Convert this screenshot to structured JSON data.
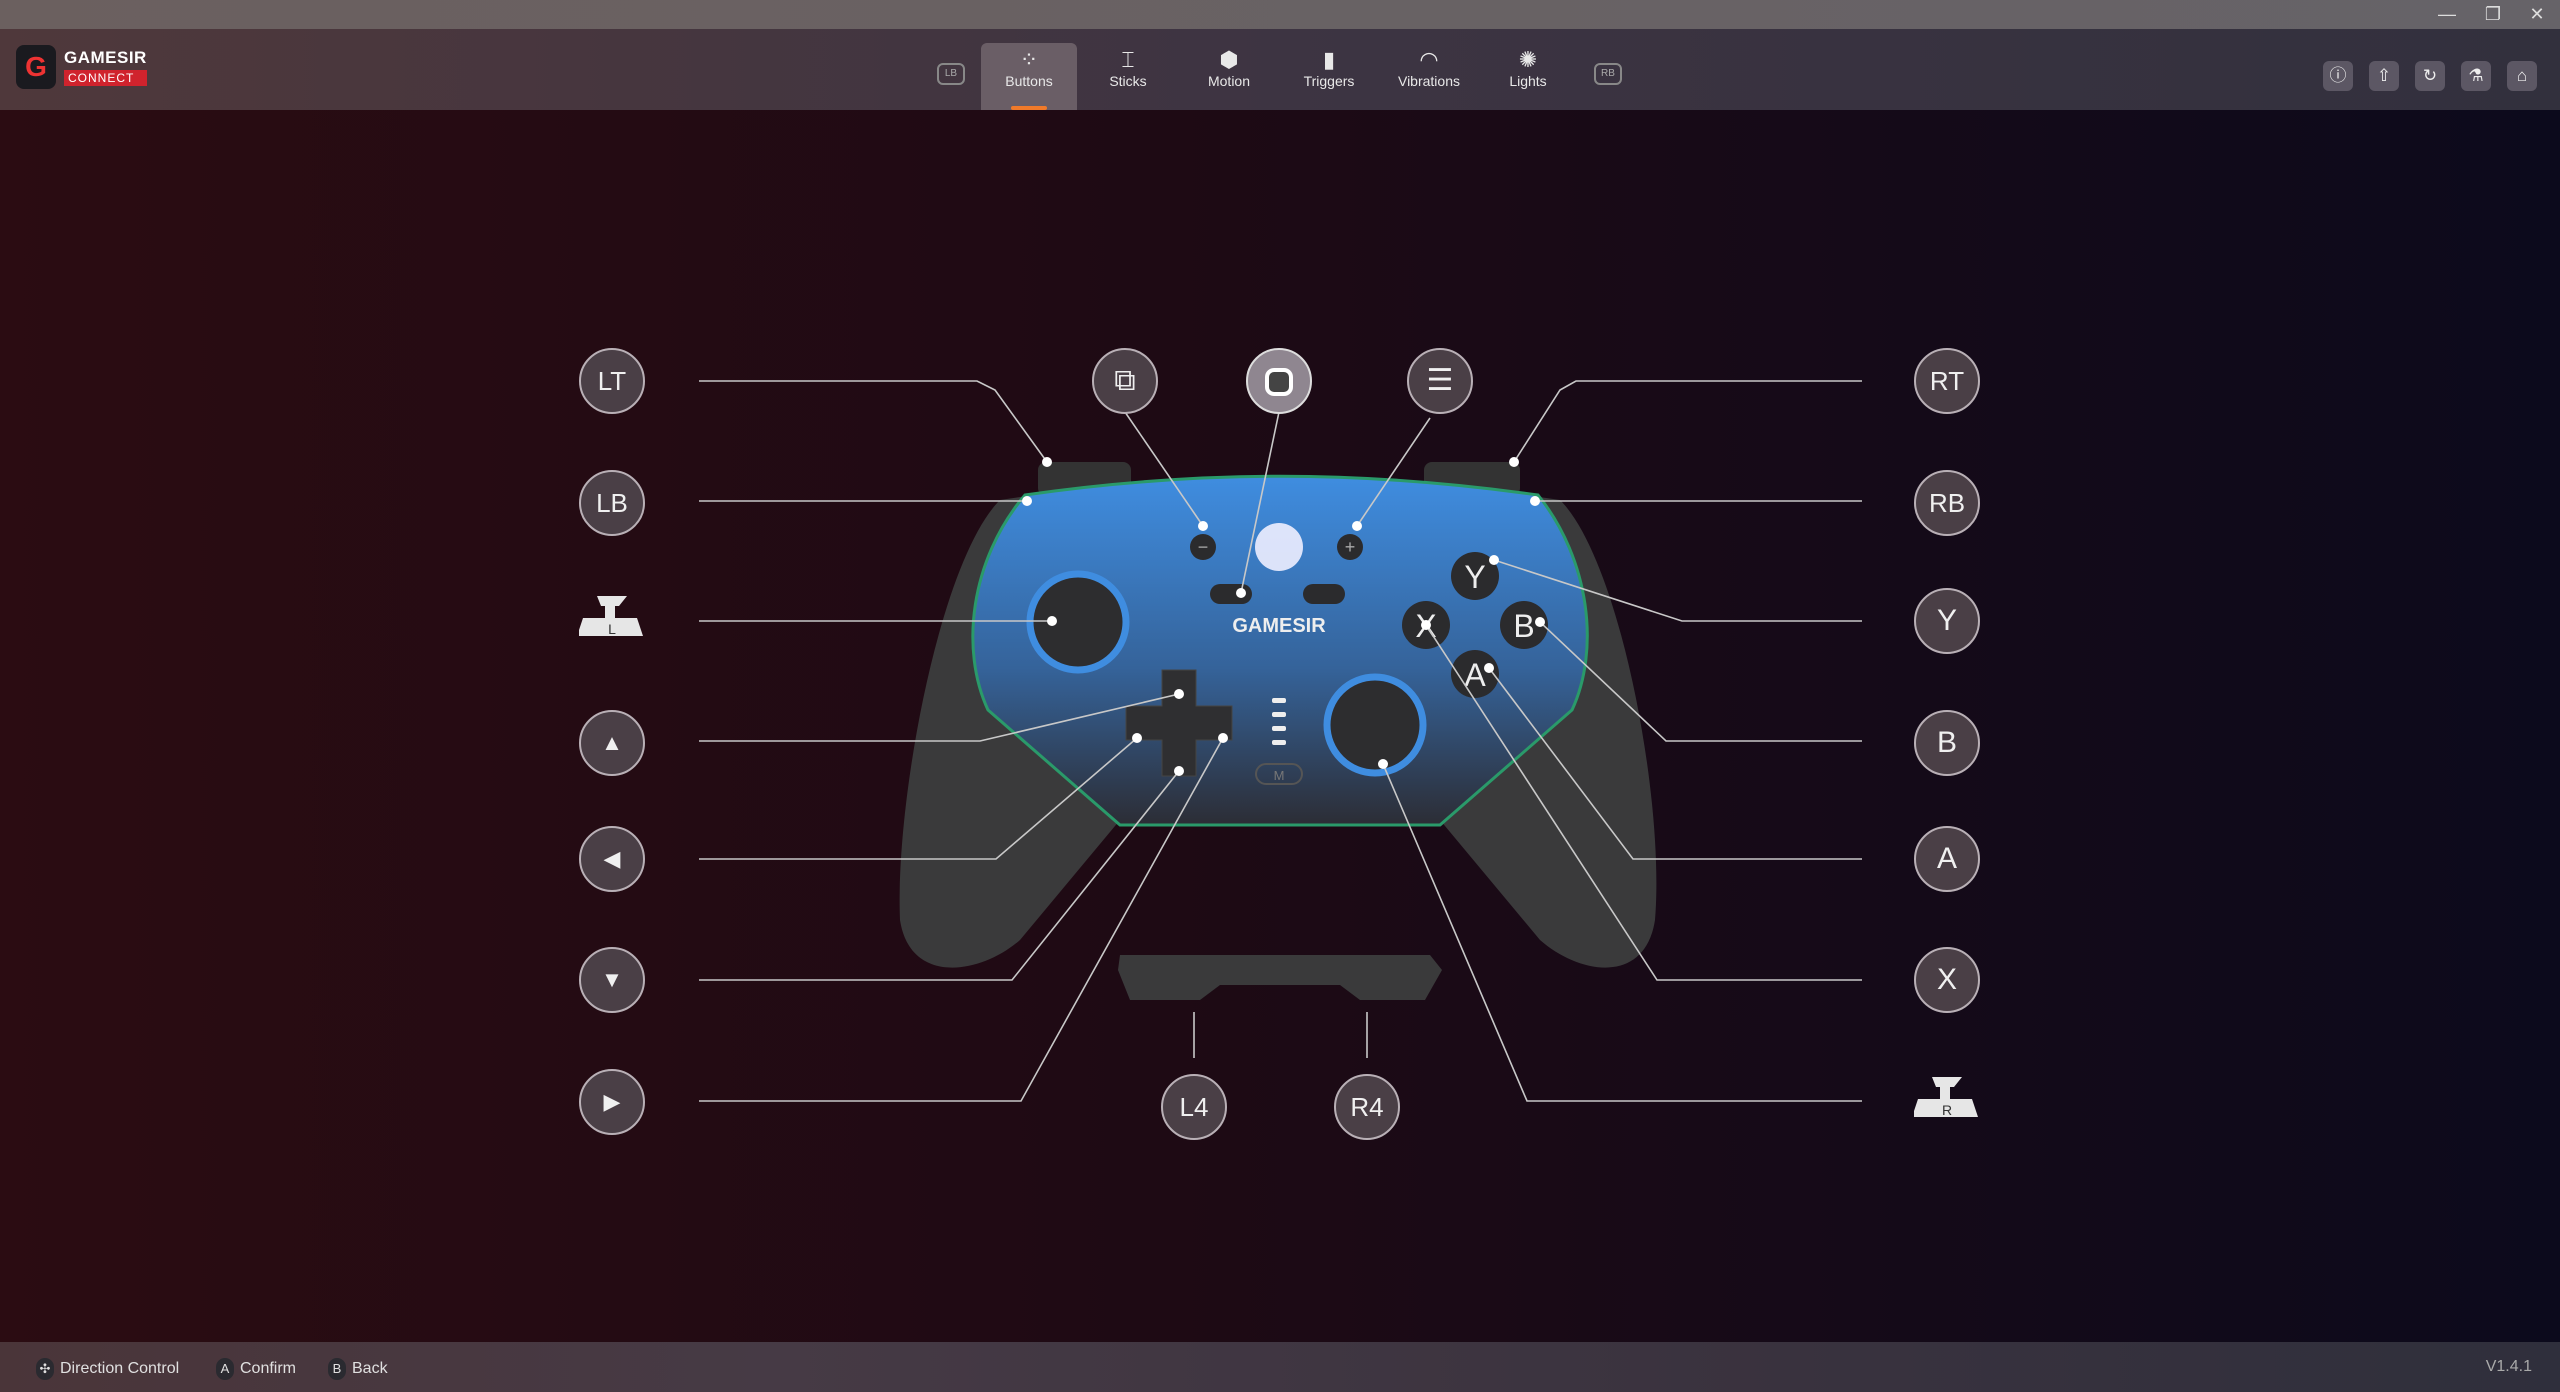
{
  "window": {
    "minimize": "—",
    "restore": "❐",
    "close": "✕"
  },
  "logo": {
    "brand": "GAMESIR",
    "sub": "CONNECT"
  },
  "tabs": [
    {
      "label": "Buttons",
      "icon": "buttons-icon",
      "glyph": "⁘"
    },
    {
      "label": "Sticks",
      "icon": "sticks-icon",
      "glyph": "⌶"
    },
    {
      "label": "Motion",
      "icon": "motion-icon",
      "glyph": "⬢"
    },
    {
      "label": "Triggers",
      "icon": "triggers-icon",
      "glyph": "▮"
    },
    {
      "label": "Vibrations",
      "icon": "vibrations-icon",
      "glyph": "◠"
    },
    {
      "label": "Lights",
      "icon": "lights-icon",
      "glyph": "✺"
    }
  ],
  "tab_nav": {
    "prev": "LB",
    "next": "RB"
  },
  "toolbar": [
    {
      "name": "info-icon",
      "glyph": "ⓘ"
    },
    {
      "name": "upload-icon",
      "glyph": "⇧"
    },
    {
      "name": "reset-icon",
      "glyph": "↻"
    },
    {
      "name": "lab-icon",
      "glyph": "⚗"
    },
    {
      "name": "home-icon",
      "glyph": "⌂"
    }
  ],
  "buttons": {
    "lt": "LT",
    "lb": "LB",
    "rt": "RT",
    "rb": "RB",
    "y": "Y",
    "b": "B",
    "a": "A",
    "x": "X",
    "l4": "L4",
    "r4": "R4",
    "up": "▲",
    "left": "◀",
    "down": "▼",
    "right": "▶",
    "view": "⧉",
    "menu": "☰",
    "ls": "L",
    "rs": "R"
  },
  "controller": {
    "brand": "GAMESIR",
    "m": "M",
    "face": {
      "y": "Y",
      "x": "X",
      "b": "B",
      "a": "A"
    }
  },
  "footer": {
    "direction": "Direction Control",
    "confirm_key": "A",
    "confirm": "Confirm",
    "back_key": "B",
    "back": "Back",
    "version": "V1.4.1"
  },
  "colors": {
    "accent": "#f07a2a",
    "face_blue": "#3f8de0"
  }
}
